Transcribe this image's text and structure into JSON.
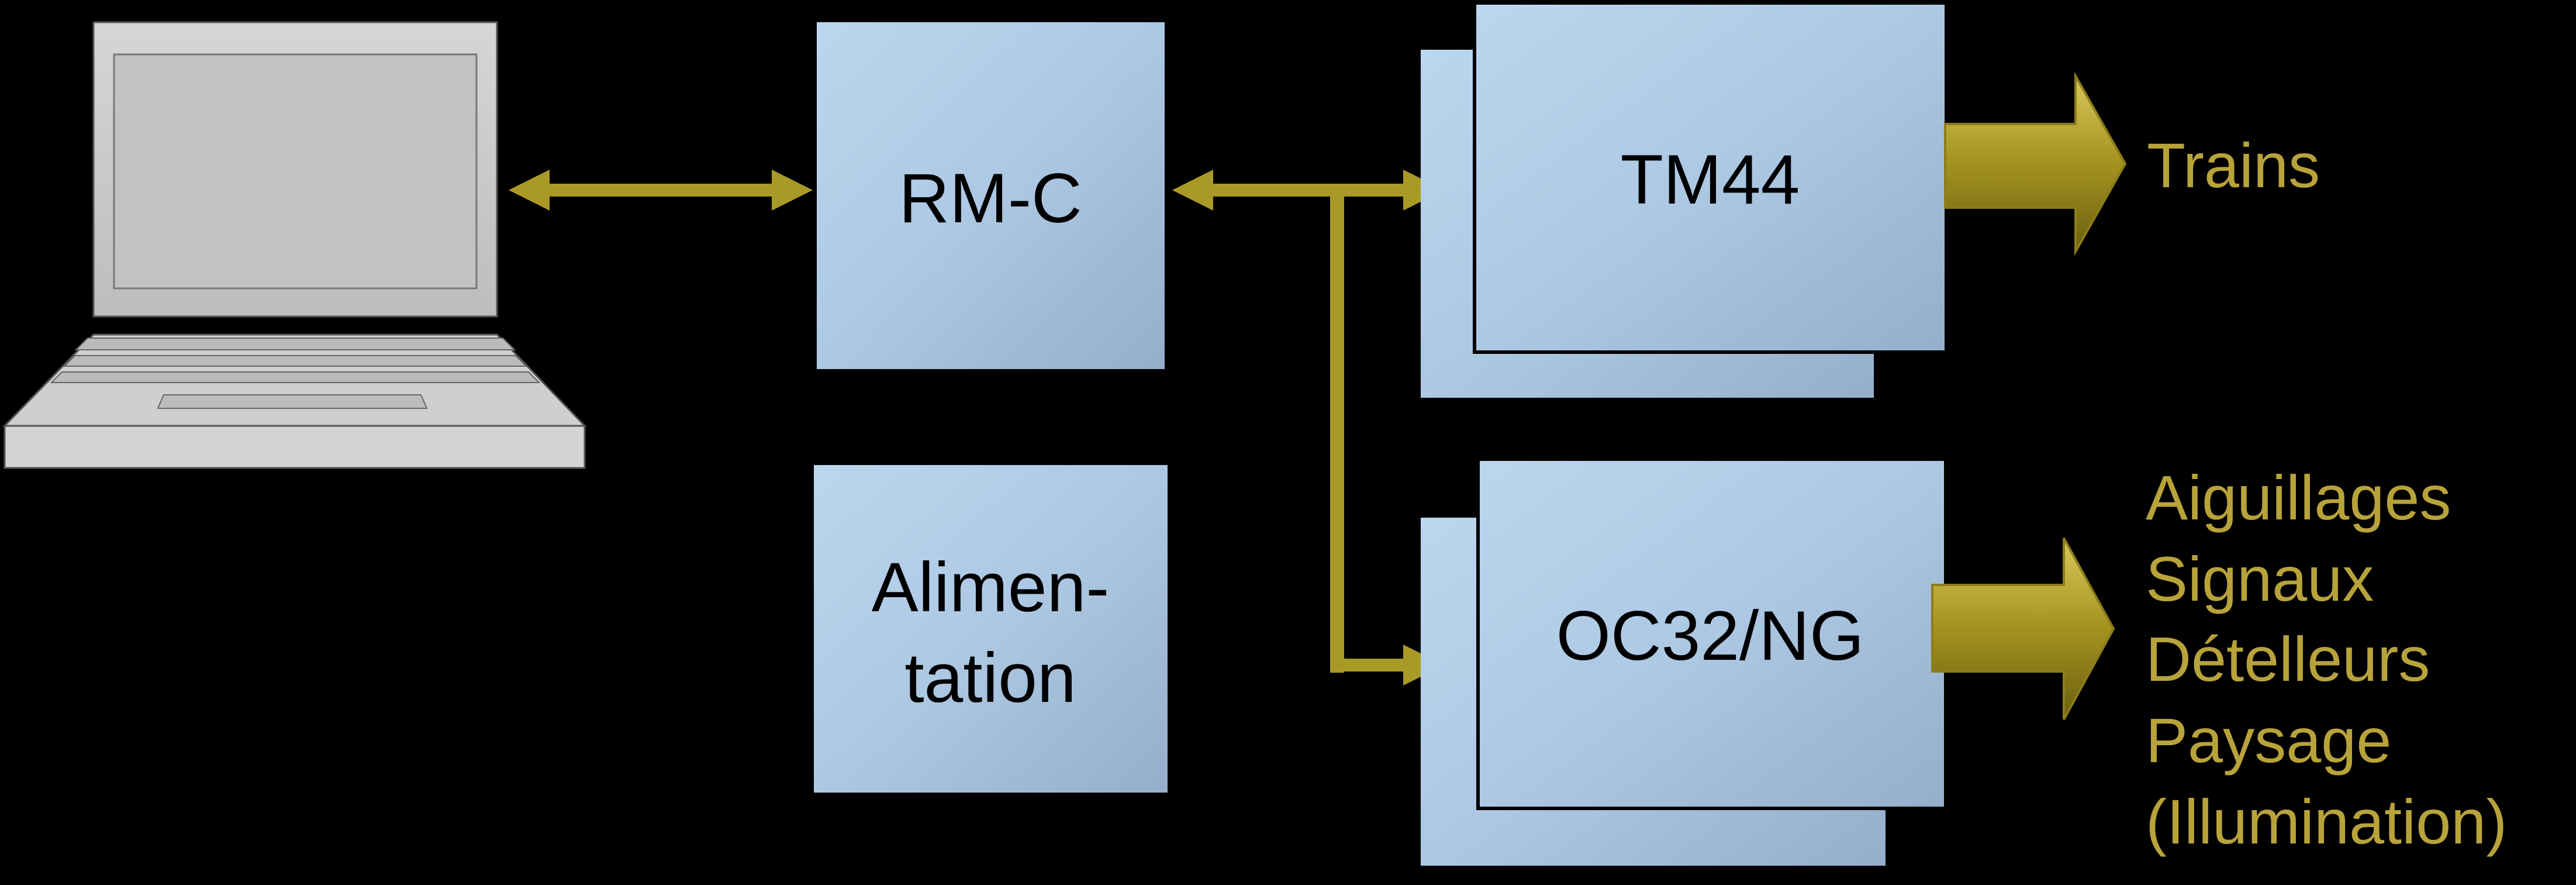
{
  "nodes": {
    "laptop": {
      "icon": "laptop-icon"
    },
    "rmc": {
      "label": "RM-C"
    },
    "power": {
      "line1": "Alimen-",
      "line2": "tation"
    },
    "tm44": {
      "label": "TM44"
    },
    "oc32": {
      "label": "OC32/NG"
    }
  },
  "outputs": {
    "tm44": [
      "Trains"
    ],
    "oc32": [
      "Aiguillages",
      "Signaux",
      "Dételleurs",
      "Paysage",
      "(Illumination)"
    ]
  },
  "colors": {
    "background": "#000000",
    "box_light": "#b7d2ea",
    "box_dark": "#98b2cf",
    "connector": "#a99a28",
    "output_text": "#b8a33b",
    "laptop_body": "#c8c8c8"
  }
}
